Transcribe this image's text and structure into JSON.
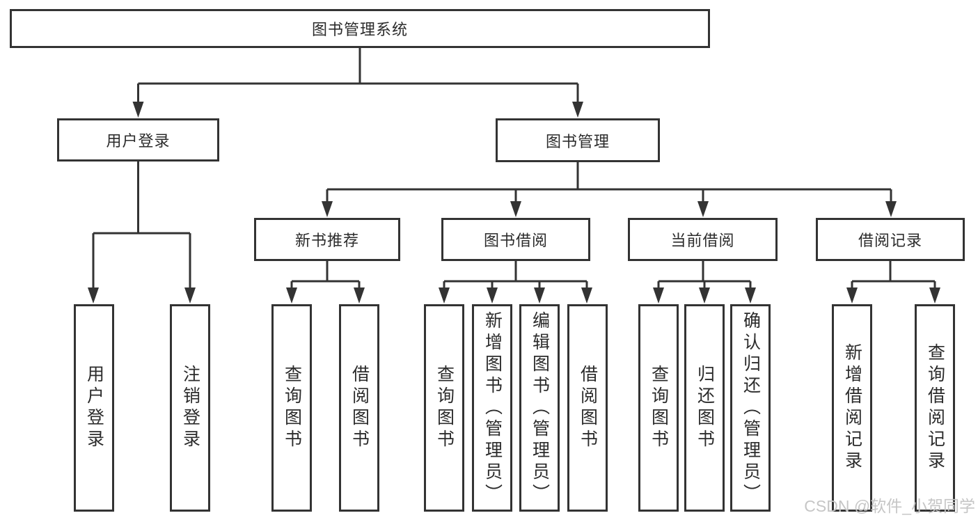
{
  "tree": {
    "root": "图书管理系统",
    "branches": [
      {
        "label": "用户登录",
        "children": [
          {
            "label": "用户登录"
          },
          {
            "label": "注销登录"
          }
        ]
      },
      {
        "label": "图书管理",
        "children": [
          {
            "label": "新书推荐",
            "children": [
              {
                "label": "查询图书"
              },
              {
                "label": "借阅图书"
              }
            ]
          },
          {
            "label": "图书借阅",
            "children": [
              {
                "label": "查询图书"
              },
              {
                "label": "新增图书（管理员）"
              },
              {
                "label": "编辑图书（管理员）"
              },
              {
                "label": "借阅图书"
              }
            ]
          },
          {
            "label": "当前借阅",
            "children": [
              {
                "label": "查询图书"
              },
              {
                "label": "归还图书"
              },
              {
                "label": "确认归还（管理员）"
              }
            ]
          },
          {
            "label": "借阅记录",
            "children": [
              {
                "label": "新增借阅记录"
              },
              {
                "label": "查询借阅记录"
              }
            ]
          }
        ]
      }
    ]
  },
  "watermark": "CSDN @软件_小贺同学",
  "colors": {
    "line": "#333333",
    "text": "#2b2b2b",
    "box_background": "#ffffff",
    "page_background": "#ffffff",
    "watermark": "#c6c6c6"
  }
}
